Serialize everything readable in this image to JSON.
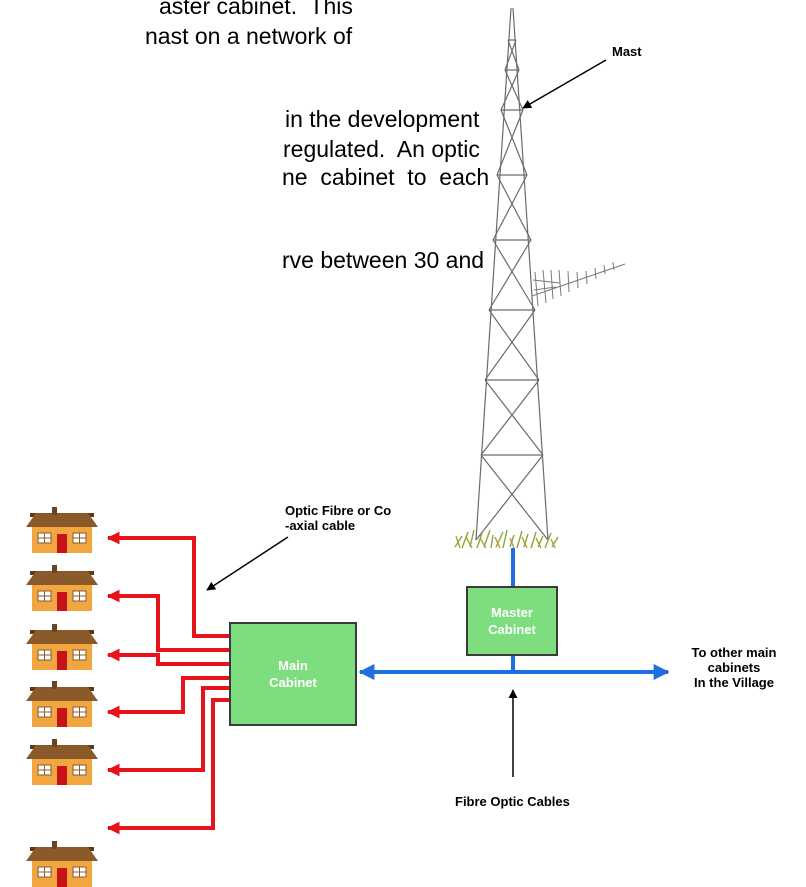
{
  "text_lines": [
    "aster cabinet.  This",
    "nast on a network of",
    "in the development",
    "regulated.  An optic",
    "ne  cabinet  to  each",
    "rve between 30 and"
  ],
  "labels": {
    "mast": "Mast",
    "optic_line1": "Optic Fibre or Co",
    "optic_line2": "-axial cable",
    "master_cabinet_line1": "Master",
    "master_cabinet_line2": "Cabinet",
    "main_cabinet_line1": "Main",
    "main_cabinet_line2": "Cabinet",
    "other_line1": "To other main",
    "other_line2": "cabinets",
    "other_line3": "In the Village",
    "fibre": "Fibre Optic Cables"
  },
  "colors": {
    "cabinet_fill": "#7edd7e",
    "fibre_blue": "#1f6fe0",
    "house_cable_red": "#e8121a",
    "house_wall": "#f1a640",
    "house_roof": "#7b4f22"
  },
  "houses_count": 6
}
